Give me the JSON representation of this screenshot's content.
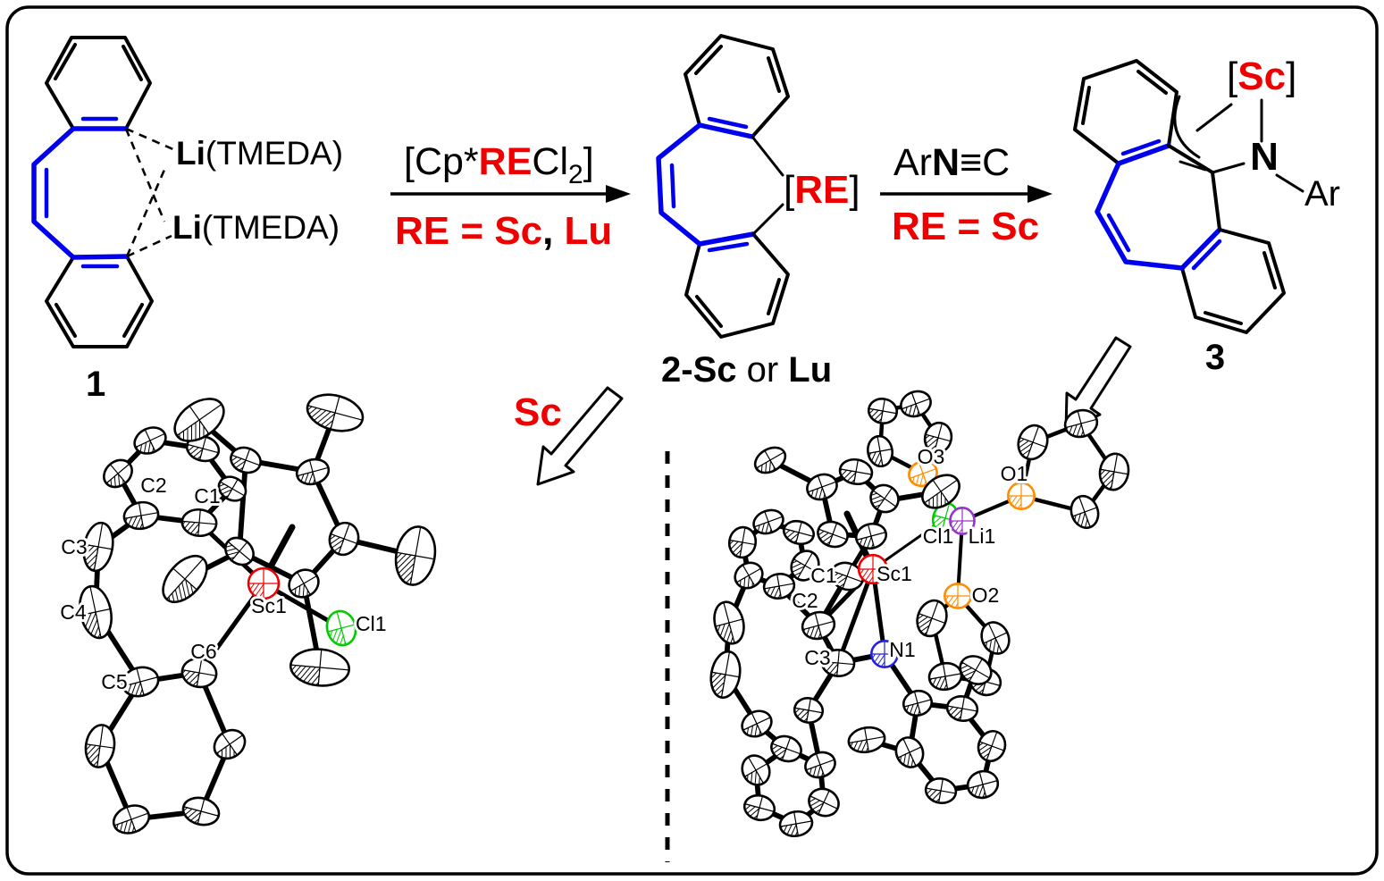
{
  "colors": {
    "blue_bond": "#0000ee",
    "red": "#ee0000",
    "green": "#00cc00",
    "orange": "#ff8c00",
    "purple": "#9933cc",
    "nitrogen_blue": "#2222dd"
  },
  "scheme": {
    "li_tmeda_top": {
      "li": "Li",
      "rest": "(TMEDA)"
    },
    "li_tmeda_bottom": {
      "li": "Li",
      "rest": "(TMEDA)"
    },
    "compound_1_label": "1",
    "step1": {
      "reagent_pre": "[Cp*",
      "reagent_re": "RE",
      "reagent_cl": "Cl",
      "reagent_sub": "2",
      "reagent_post": "]",
      "below_re_sc": "RE = Sc",
      "below_comma": ",",
      "below_lu": " Lu"
    },
    "compound_2": {
      "bracket_open": "[",
      "re": "RE",
      "bracket_close": "]",
      "label_bold1": "2-Sc",
      "label_mid": " or ",
      "label_bold2": "Lu"
    },
    "step2": {
      "above_ar": "Ar",
      "above_n": "N",
      "above_triple": "≡",
      "above_c": "C",
      "below": "RE = Sc"
    },
    "compound_3": {
      "bracket_open": "[",
      "sc": "Sc",
      "bracket_close": "]",
      "n": "N",
      "ar": "Ar",
      "label": "3"
    },
    "sc_arrow_label": "Sc"
  },
  "ortep_left": {
    "labels": {
      "c1": "C1",
      "c2": "C2",
      "c3": "C3",
      "c4": "C4",
      "c5": "C5",
      "c6": "C6",
      "sc1": "Sc1",
      "cl1": "Cl1"
    }
  },
  "ortep_right": {
    "labels": {
      "c1": "C1",
      "c2": "C2",
      "c3": "C3",
      "n1": "N1",
      "sc1": "Sc1",
      "cl1": "Cl1",
      "li1": "Li1",
      "o1": "O1",
      "o2": "O2",
      "o3": "O3"
    }
  }
}
